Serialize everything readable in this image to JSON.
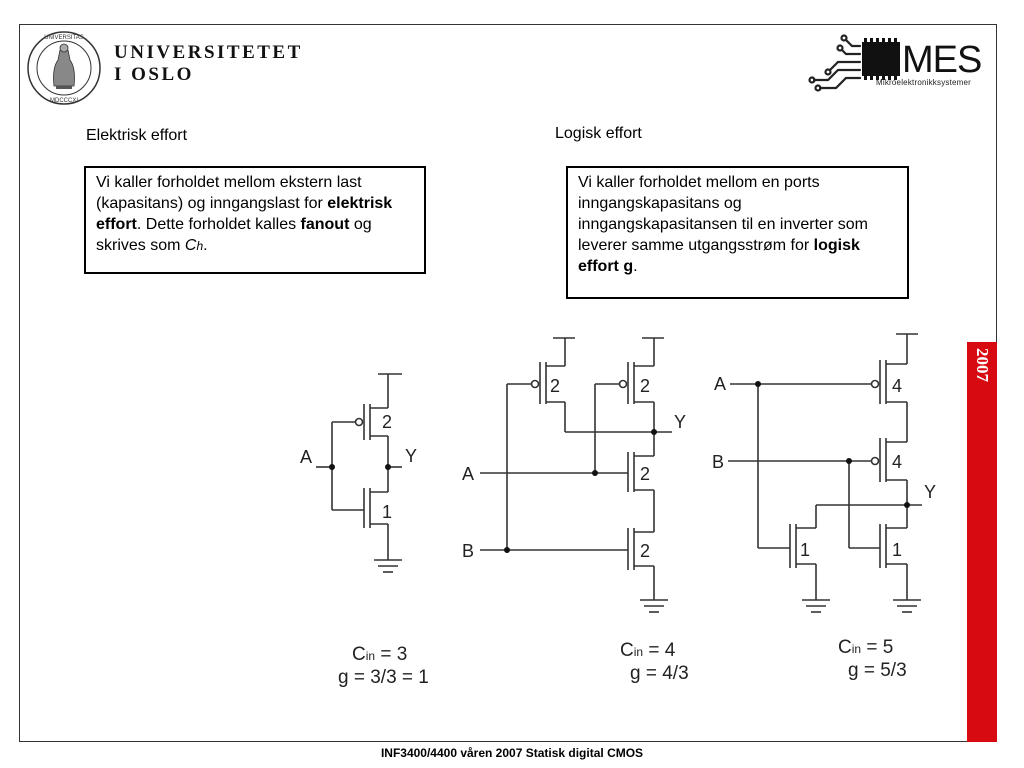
{
  "header": {
    "university_line1": "UNIVERSITETET",
    "university_line2": "I OSLO",
    "seal_text": "UNIVERSITAS OSLOENSIS MDCCCXI",
    "mes_logo": "MES",
    "mes_subtitle": "Mikroelektronikksystemer"
  },
  "side_year": "2007",
  "left_section": {
    "heading": "Elektrisk effort",
    "box_text_1": "Vi kaller forholdet mellom ekstern last (kapasitans) og inngangslast for ",
    "box_bold_1": "elektrisk effort",
    "box_text_2": ". Dette forholdet kalles ",
    "box_bold_2": "fanout",
    "box_text_3": " og skrives som ",
    "box_italic": "C",
    "box_italic_sub": "h",
    "box_text_4": "."
  },
  "right_section": {
    "heading": "Logisk effort",
    "box_text_1": "Vi kaller forholdet mellom en ports inngangskapasitans og inngangskapasitansen til en inverter som leverer samme utgangsstrøm for ",
    "box_bold_1": "logisk effort g",
    "box_text_2": "."
  },
  "circuits": {
    "inverter": {
      "input": "A",
      "output": "Y",
      "pmos": "2",
      "nmos": "1",
      "cin_label": "C",
      "cin_sub": "in",
      "cin_value": " = 3",
      "g": "g = 3/3 = 1"
    },
    "nand": {
      "input_a": "A",
      "input_b": "B",
      "output": "Y",
      "pmos_a": "2",
      "pmos_b": "2",
      "nmos_a": "2",
      "nmos_b": "2",
      "cin_label": "C",
      "cin_sub": "in",
      "cin_value": " = 4",
      "g": "g = 4/3"
    },
    "nor": {
      "input_a": "A",
      "input_b": "B",
      "output": "Y",
      "pmos_a": "4",
      "pmos_b": "4",
      "nmos_a": "1",
      "nmos_b": "1",
      "cin_label": "C",
      "cin_sub": "in",
      "cin_value": " = 5",
      "g": "g = 5/3"
    }
  },
  "footer": "INF3400/4400 våren 2007 Statisk digital CMOS"
}
